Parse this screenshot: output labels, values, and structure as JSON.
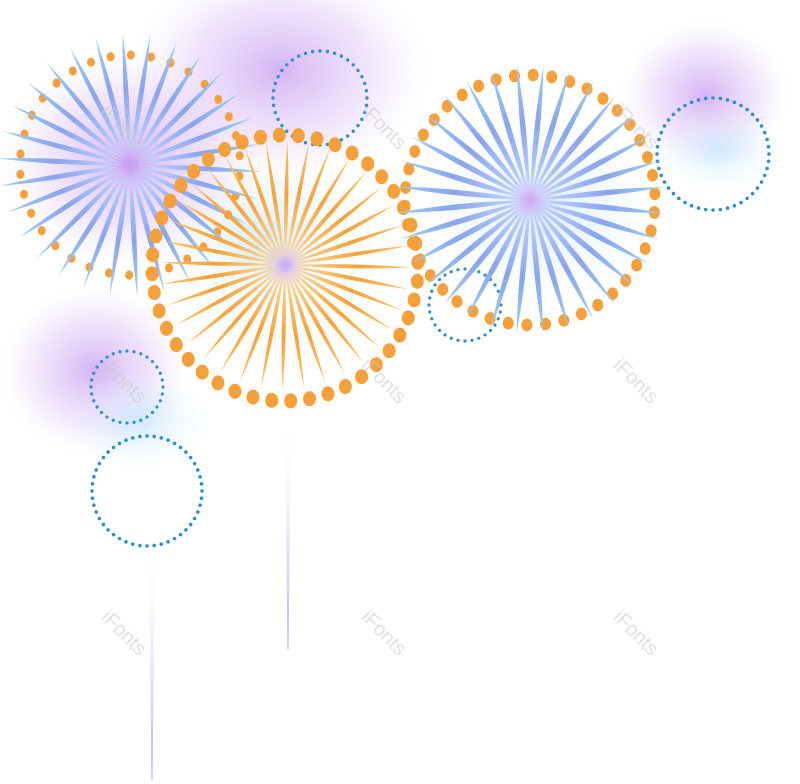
{
  "watermark": {
    "text": "iFonts"
  },
  "colors": {
    "background": "#ffffff",
    "blue_petal": "#8aa4ee",
    "blue_petal_light": "#c9d6ff",
    "orange_petal": "#f5a23a",
    "orange_petal_light": "#ffd28a",
    "orange_dot": "#f5a03a",
    "blue_dot": "#2b8fd0",
    "glow_purple": "#c79bf0",
    "glow_blue": "#bfe4fb",
    "stem": "#b9a6ee"
  },
  "icons": {
    "blue_burst": "blue-firework-burst",
    "orange_burst": "orange-firework-burst",
    "dotted_ring": "dotted-ring",
    "glow": "soft-glow",
    "stem": "firework-trail"
  }
}
